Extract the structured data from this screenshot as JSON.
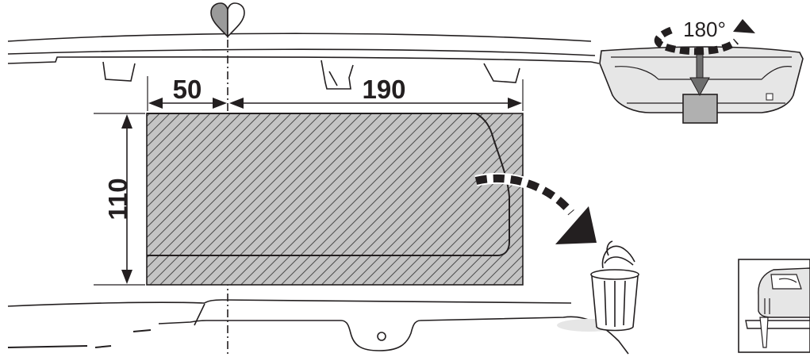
{
  "dimensions": {
    "left_offset": "50",
    "cut_width": "190",
    "cut_height": "110"
  },
  "rotation_label": "180°",
  "icons": {
    "center_marker": "heart-icon",
    "discard": "trash-bin-icon",
    "tool": "jigsaw-icon",
    "rotate": "rotate-arrow-icon"
  },
  "colors": {
    "line": "#231f20",
    "cut_area_fill": "#bdbdbd",
    "hatch": "#4a4a4a",
    "bumper_fill": "#e6e6e6",
    "heart_left": "#9a9a9a",
    "heart_right": "#ffffff"
  }
}
